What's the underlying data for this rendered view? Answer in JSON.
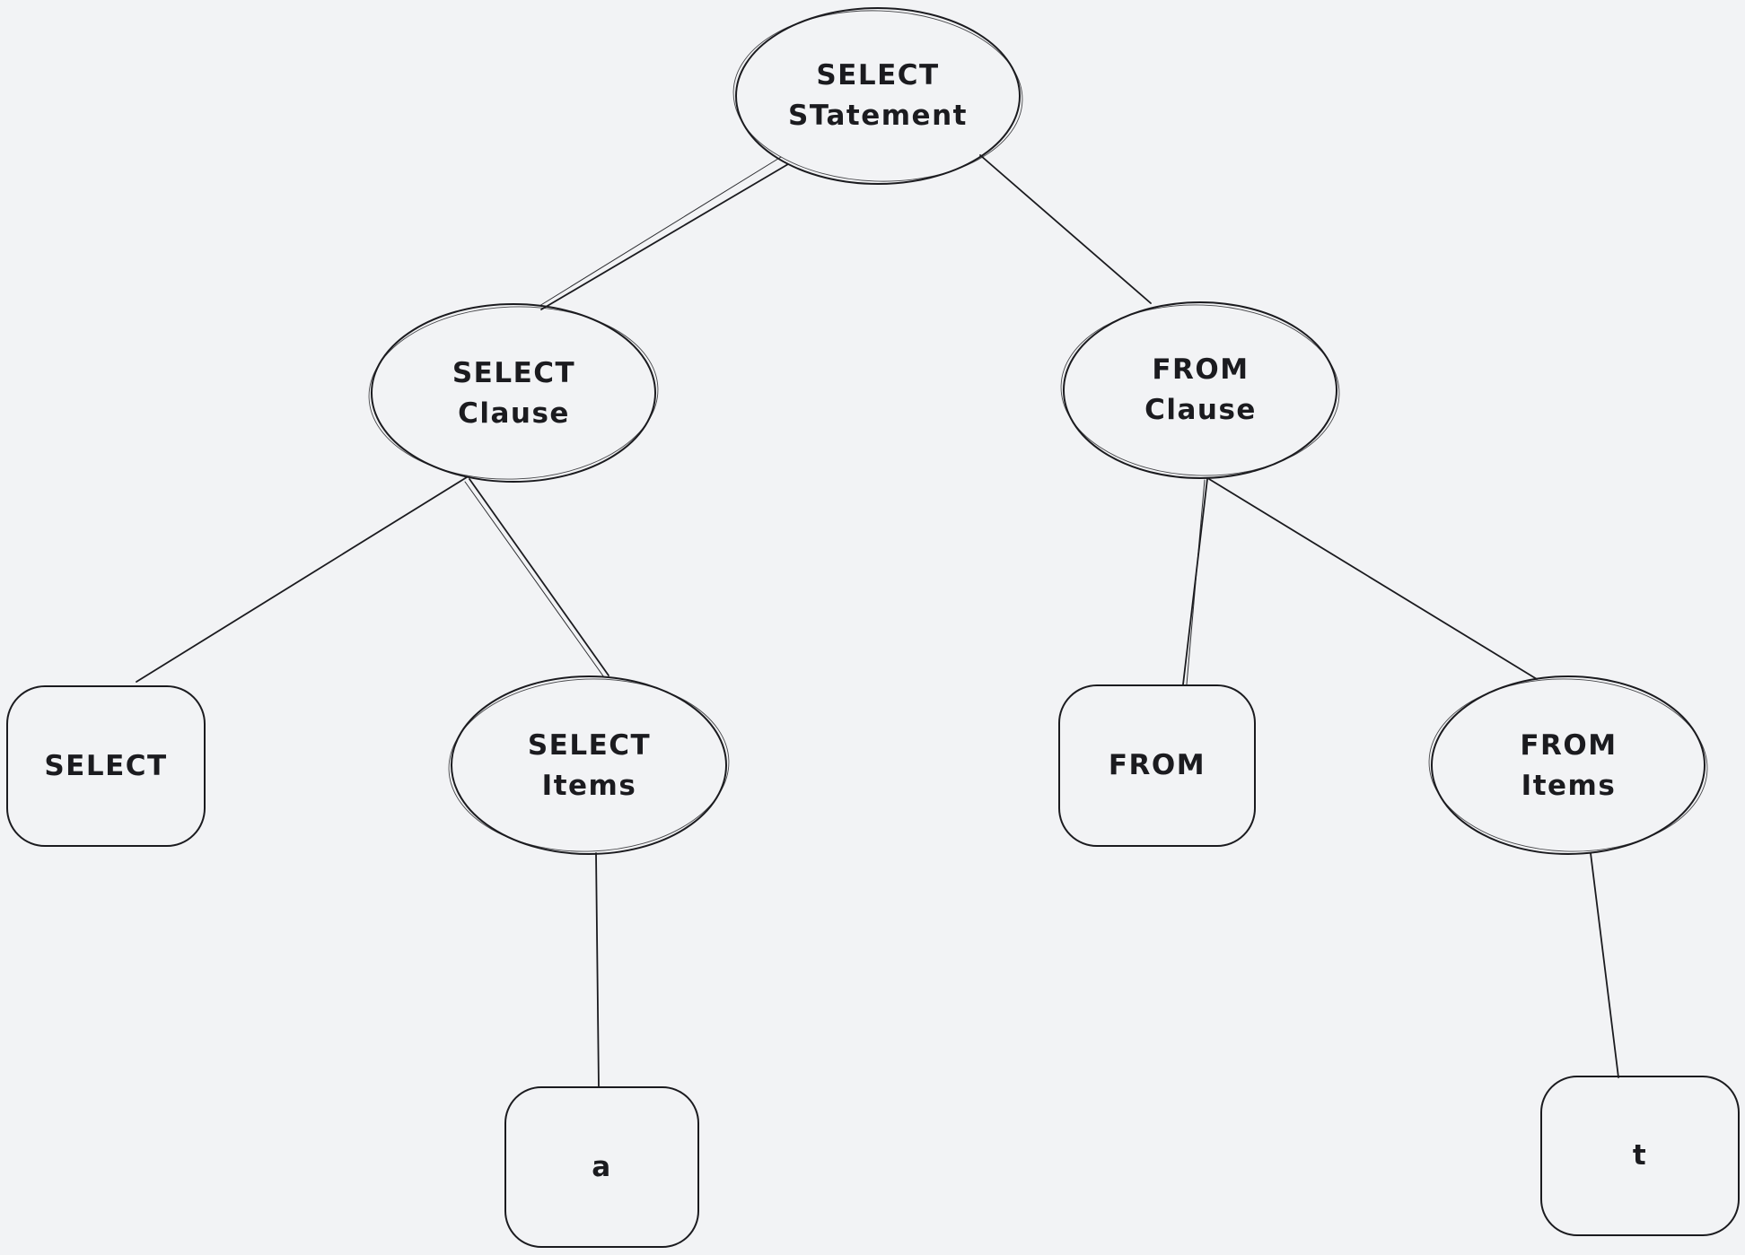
{
  "diagram": {
    "type": "tree",
    "description": "Hand-drawn parse tree of a SQL SELECT statement",
    "nodes": {
      "select_statement": {
        "label": "SELECT\nSTatement",
        "shape": "ellipse"
      },
      "select_clause": {
        "label": "SELECT\nClause",
        "shape": "ellipse"
      },
      "from_clause": {
        "label": "FROM\nClause",
        "shape": "ellipse"
      },
      "select_keyword": {
        "label": "SELECT",
        "shape": "rectangle"
      },
      "select_items": {
        "label": "SELECT\nItems",
        "shape": "ellipse"
      },
      "from_keyword": {
        "label": "FROM",
        "shape": "rectangle"
      },
      "from_items": {
        "label": "FROM\nItems",
        "shape": "ellipse"
      },
      "item_a": {
        "label": "a",
        "shape": "rectangle"
      },
      "item_t": {
        "label": "t",
        "shape": "rectangle"
      }
    },
    "edges": [
      [
        "select_statement",
        "select_clause"
      ],
      [
        "select_statement",
        "from_clause"
      ],
      [
        "select_clause",
        "select_keyword"
      ],
      [
        "select_clause",
        "select_items"
      ],
      [
        "select_items",
        "item_a"
      ],
      [
        "from_clause",
        "from_keyword"
      ],
      [
        "from_clause",
        "from_items"
      ],
      [
        "from_items",
        "item_t"
      ]
    ],
    "colors": {
      "background": "#f2f3f5",
      "stroke": "#1b1b1f",
      "text": "#1b1b1f"
    }
  }
}
